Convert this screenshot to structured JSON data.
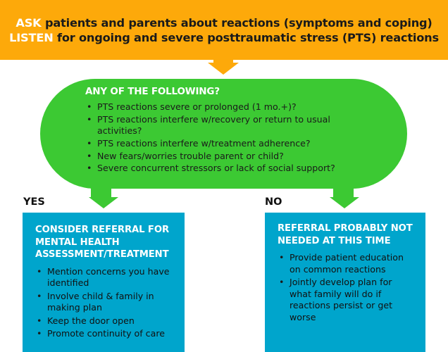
{
  "colors": {
    "banner": "#FDA90A",
    "decision": "#3CC933",
    "outcome": "#00A5CC",
    "keyword": "#ffffff"
  },
  "banner": {
    "line1": {
      "keyword": "ASK",
      "text": " patients and parents about reactions (symptoms and coping)"
    },
    "line2": {
      "keyword": "LISTEN",
      "text": " for ongoing and severe posttraumatic stress (PTS) reactions"
    }
  },
  "decision": {
    "title": "ANY OF THE FOLLOWING?",
    "items": [
      "PTS reactions severe or prolonged (1 mo.+)?",
      "PTS reactions interfere w/recovery or return to usual activities?",
      "PTS reactions interfere w/treatment adherence?",
      "New fears/worries trouble parent or child?",
      "Severe concurrent stressors or lack of social support?"
    ]
  },
  "yes_branch": {
    "label": "YES",
    "title": "CONSIDER REFERRAL FOR MENTAL HEALTH ASSESSMENT/TREATMENT",
    "items": [
      "Mention concerns you have identified",
      "Involve child & family in making plan",
      "Keep the door open",
      "Promote continuity of care"
    ]
  },
  "no_branch": {
    "label": "NO",
    "title": "REFERRAL PROBABLY NOT NEEDED AT THIS TIME",
    "items": [
      "Provide patient education on common reactions",
      "Jointly develop plan for what family will do if reactions persist or get worse"
    ]
  }
}
